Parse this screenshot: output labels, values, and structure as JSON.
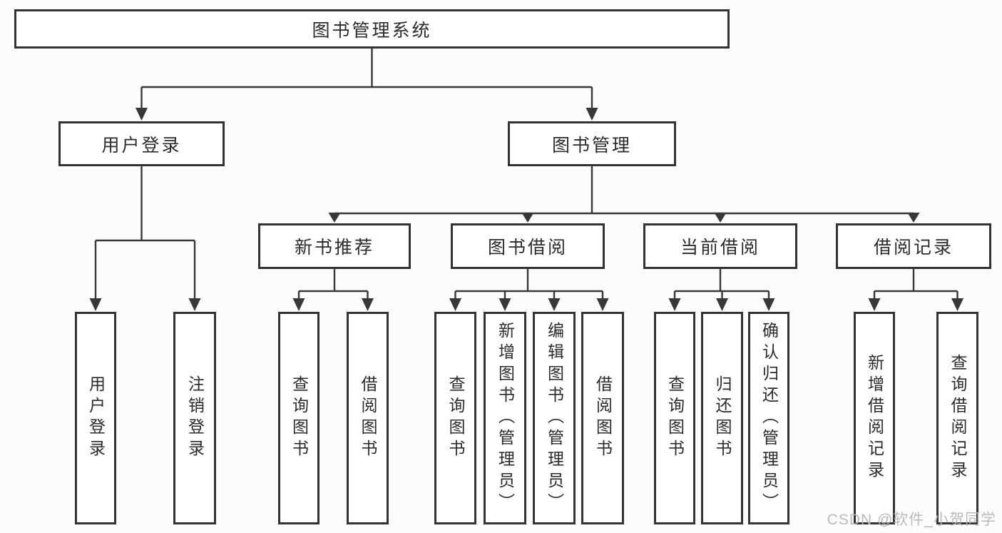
{
  "diagram_title": "图书管理系统",
  "nodes": {
    "root": "图书管理系统",
    "l2": [
      "用户登录",
      "图书管理"
    ],
    "l3": [
      "新书推荐",
      "图书借阅",
      "当前借阅",
      "借阅记录"
    ],
    "l4": [
      "用户登录",
      "注销登录",
      "查询图书",
      "借阅图书",
      "查询图书",
      "新增图书（管理员）",
      "编辑图书（管理员）",
      "借阅图书",
      "查询图书",
      "归还图书",
      "确认归还（管理员）",
      "新增借阅记录",
      "查询借阅记录"
    ]
  },
  "hierarchy": [
    {
      "parent": "图书管理系统",
      "children": [
        "用户登录",
        "图书管理"
      ]
    },
    {
      "parent": "用户登录",
      "children": [
        "用户登录",
        "注销登录"
      ]
    },
    {
      "parent": "图书管理",
      "children": [
        "新书推荐",
        "图书借阅",
        "当前借阅",
        "借阅记录"
      ]
    },
    {
      "parent": "新书推荐",
      "children": [
        "查询图书",
        "借阅图书"
      ]
    },
    {
      "parent": "图书借阅",
      "children": [
        "查询图书",
        "新增图书（管理员）",
        "编辑图书（管理员）",
        "借阅图书"
      ]
    },
    {
      "parent": "当前借阅",
      "children": [
        "查询图书",
        "归还图书",
        "确认归还（管理员）"
      ]
    },
    {
      "parent": "借阅记录",
      "children": [
        "新增借阅记录",
        "查询借阅记录"
      ]
    }
  ],
  "watermark": {
    "text": "CSDN @软件_小贺同学"
  },
  "colors": {
    "box_border": "#333333",
    "connector_line": "#383838",
    "text": "#2b2b2b",
    "box_background": "#ffffff",
    "page_background": "#fcfcfc",
    "watermark": "#b7b7b7"
  }
}
